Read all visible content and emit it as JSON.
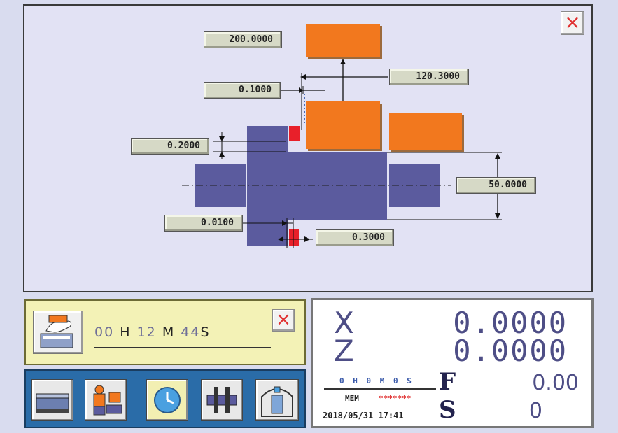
{
  "drawing": {
    "dimensions": {
      "top_height": "200.0000",
      "offset_a": "0.1000",
      "length": "120.3000",
      "offset_b": "0.2000",
      "diameter": "50.0000",
      "offset_c": "0.0100",
      "offset_d": "0.3000"
    },
    "close_label": "×"
  },
  "timer": {
    "hh": "00",
    "h_unit": "H",
    "mm": "12",
    "m_unit": "M",
    "ss": "44",
    "s_unit": "S",
    "close_label": "×"
  },
  "toolbar": {
    "buttons": [
      {
        "icon": "workpiece-setup-icon"
      },
      {
        "icon": "operator-tool-icon"
      },
      {
        "icon": "clock-icon"
      },
      {
        "icon": "fixture-icon"
      },
      {
        "icon": "machine-icon"
      }
    ]
  },
  "coords": {
    "x_label": "X",
    "x_value": "0.0000",
    "z_label": "Z",
    "z_value": "0.0000",
    "f_label": "F",
    "f_value": "0.00",
    "s_label": "S",
    "s_value": "0",
    "time_readout": "0 H 0 M 0 S",
    "mode": "MEM",
    "mode_stars": "*******",
    "datetime": "2018/05/31 17:41"
  },
  "colors": {
    "orange": "#f2781e",
    "blue": "#5b5b9e",
    "red": "#e8202a",
    "value_text": "#4e4e86"
  }
}
